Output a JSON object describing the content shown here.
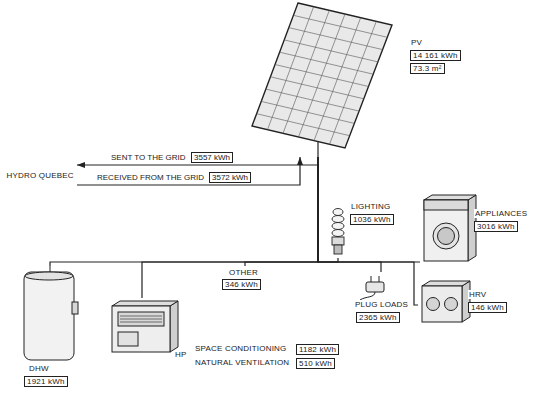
{
  "diagram": {
    "nodes": [
      {
        "text": [
          "PV",
          "14 161 kWh",
          "73.3 m²"
        ]
      },
      {
        "text": [
          "HYDRO QUEBEC"
        ]
      },
      {
        "text": [
          "LIGHTING",
          "1036 kWh"
        ]
      },
      {
        "text": [
          "APPLIANCES",
          "3016 kWh"
        ]
      },
      {
        "text": [
          "OTHER",
          "346 kWh"
        ]
      },
      {
        "text": [
          "PLUG LOADS",
          "2365 kWh"
        ]
      },
      {
        "text": [
          "HRV",
          "146 kWh"
        ]
      },
      {
        "text": [
          "DHW",
          "1921 kWh"
        ]
      },
      {
        "text": [
          "HP",
          "SPACE CONDITIONING",
          "1182 kWh",
          "NATURAL VENTILATION",
          "510 kWh"
        ]
      }
    ],
    "edges": [
      {
        "from": 0,
        "to": 1,
        "arrow": "to",
        "label": "SENT TO THE GRID"
      },
      {
        "from": 1,
        "to": 0,
        "arrow": "to",
        "label": "RECEIVED FROM THE GRID"
      },
      {
        "from": 0,
        "to": 2,
        "arrow": "none"
      },
      {
        "from": 0,
        "to": 3,
        "arrow": "none"
      },
      {
        "from": 0,
        "to": 4,
        "arrow": "none"
      },
      {
        "from": 0,
        "to": 5,
        "arrow": "none"
      },
      {
        "from": 0,
        "to": 6,
        "arrow": "none"
      },
      {
        "from": 0,
        "to": 7,
        "arrow": "none"
      },
      {
        "from": 0,
        "to": 8,
        "arrow": "none"
      }
    ],
    "labels": [
      "3557 kWh",
      "3572 kWh"
    ]
  }
}
